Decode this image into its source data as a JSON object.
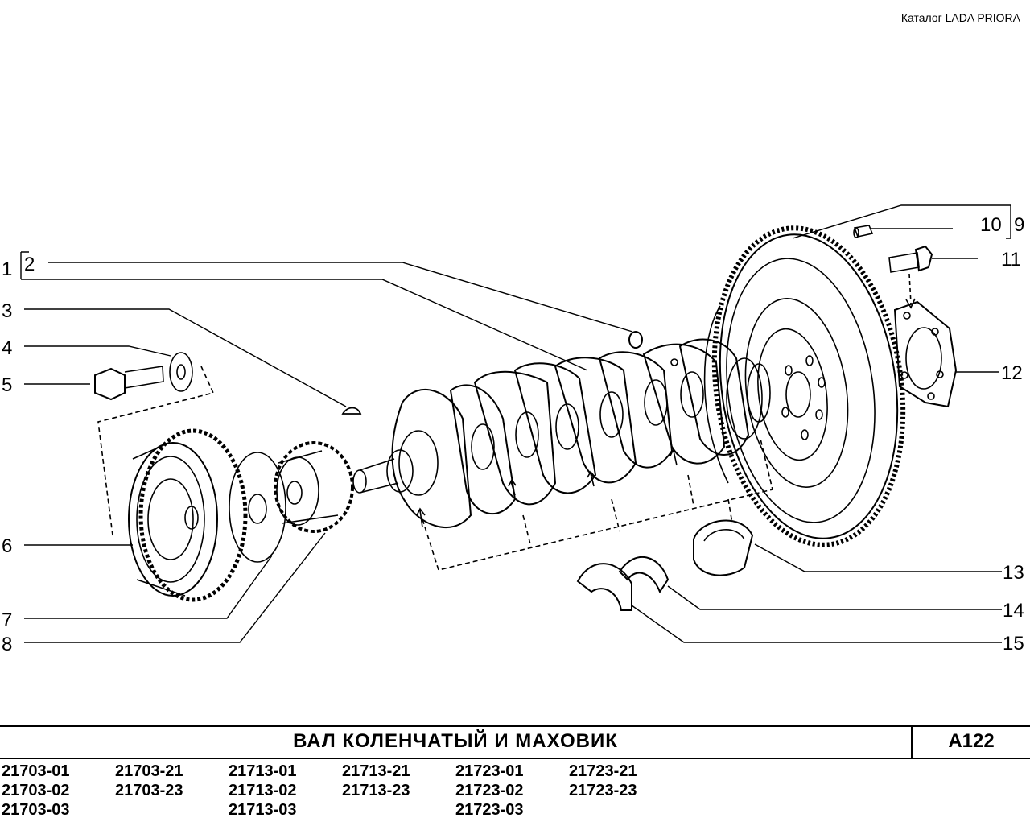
{
  "catalog": "Каталог  LADA  PRIORA",
  "title": "ВАЛ  КОЛЕНЧАТЫЙ  И  МАХОВИК",
  "code": "A122",
  "callouts": {
    "n1": "1",
    "n2": "2",
    "n3": "3",
    "n4": "4",
    "n5": "5",
    "n6": "6",
    "n7": "7",
    "n8": "8",
    "n9": "9",
    "n10": "10",
    "n11": "11",
    "n12": "12",
    "n13": "13",
    "n14": "14",
    "n15": "15"
  },
  "models": [
    [
      "21703-01",
      "21703-02",
      "21703-03"
    ],
    [
      "21703-21",
      "21703-23"
    ],
    [
      "21713-01",
      "21713-02",
      "21713-03"
    ],
    [
      "21713-21",
      "21713-23"
    ],
    [
      "21723-01",
      "21723-02",
      "21723-03"
    ],
    [
      "21723-21",
      "21723-23"
    ]
  ]
}
